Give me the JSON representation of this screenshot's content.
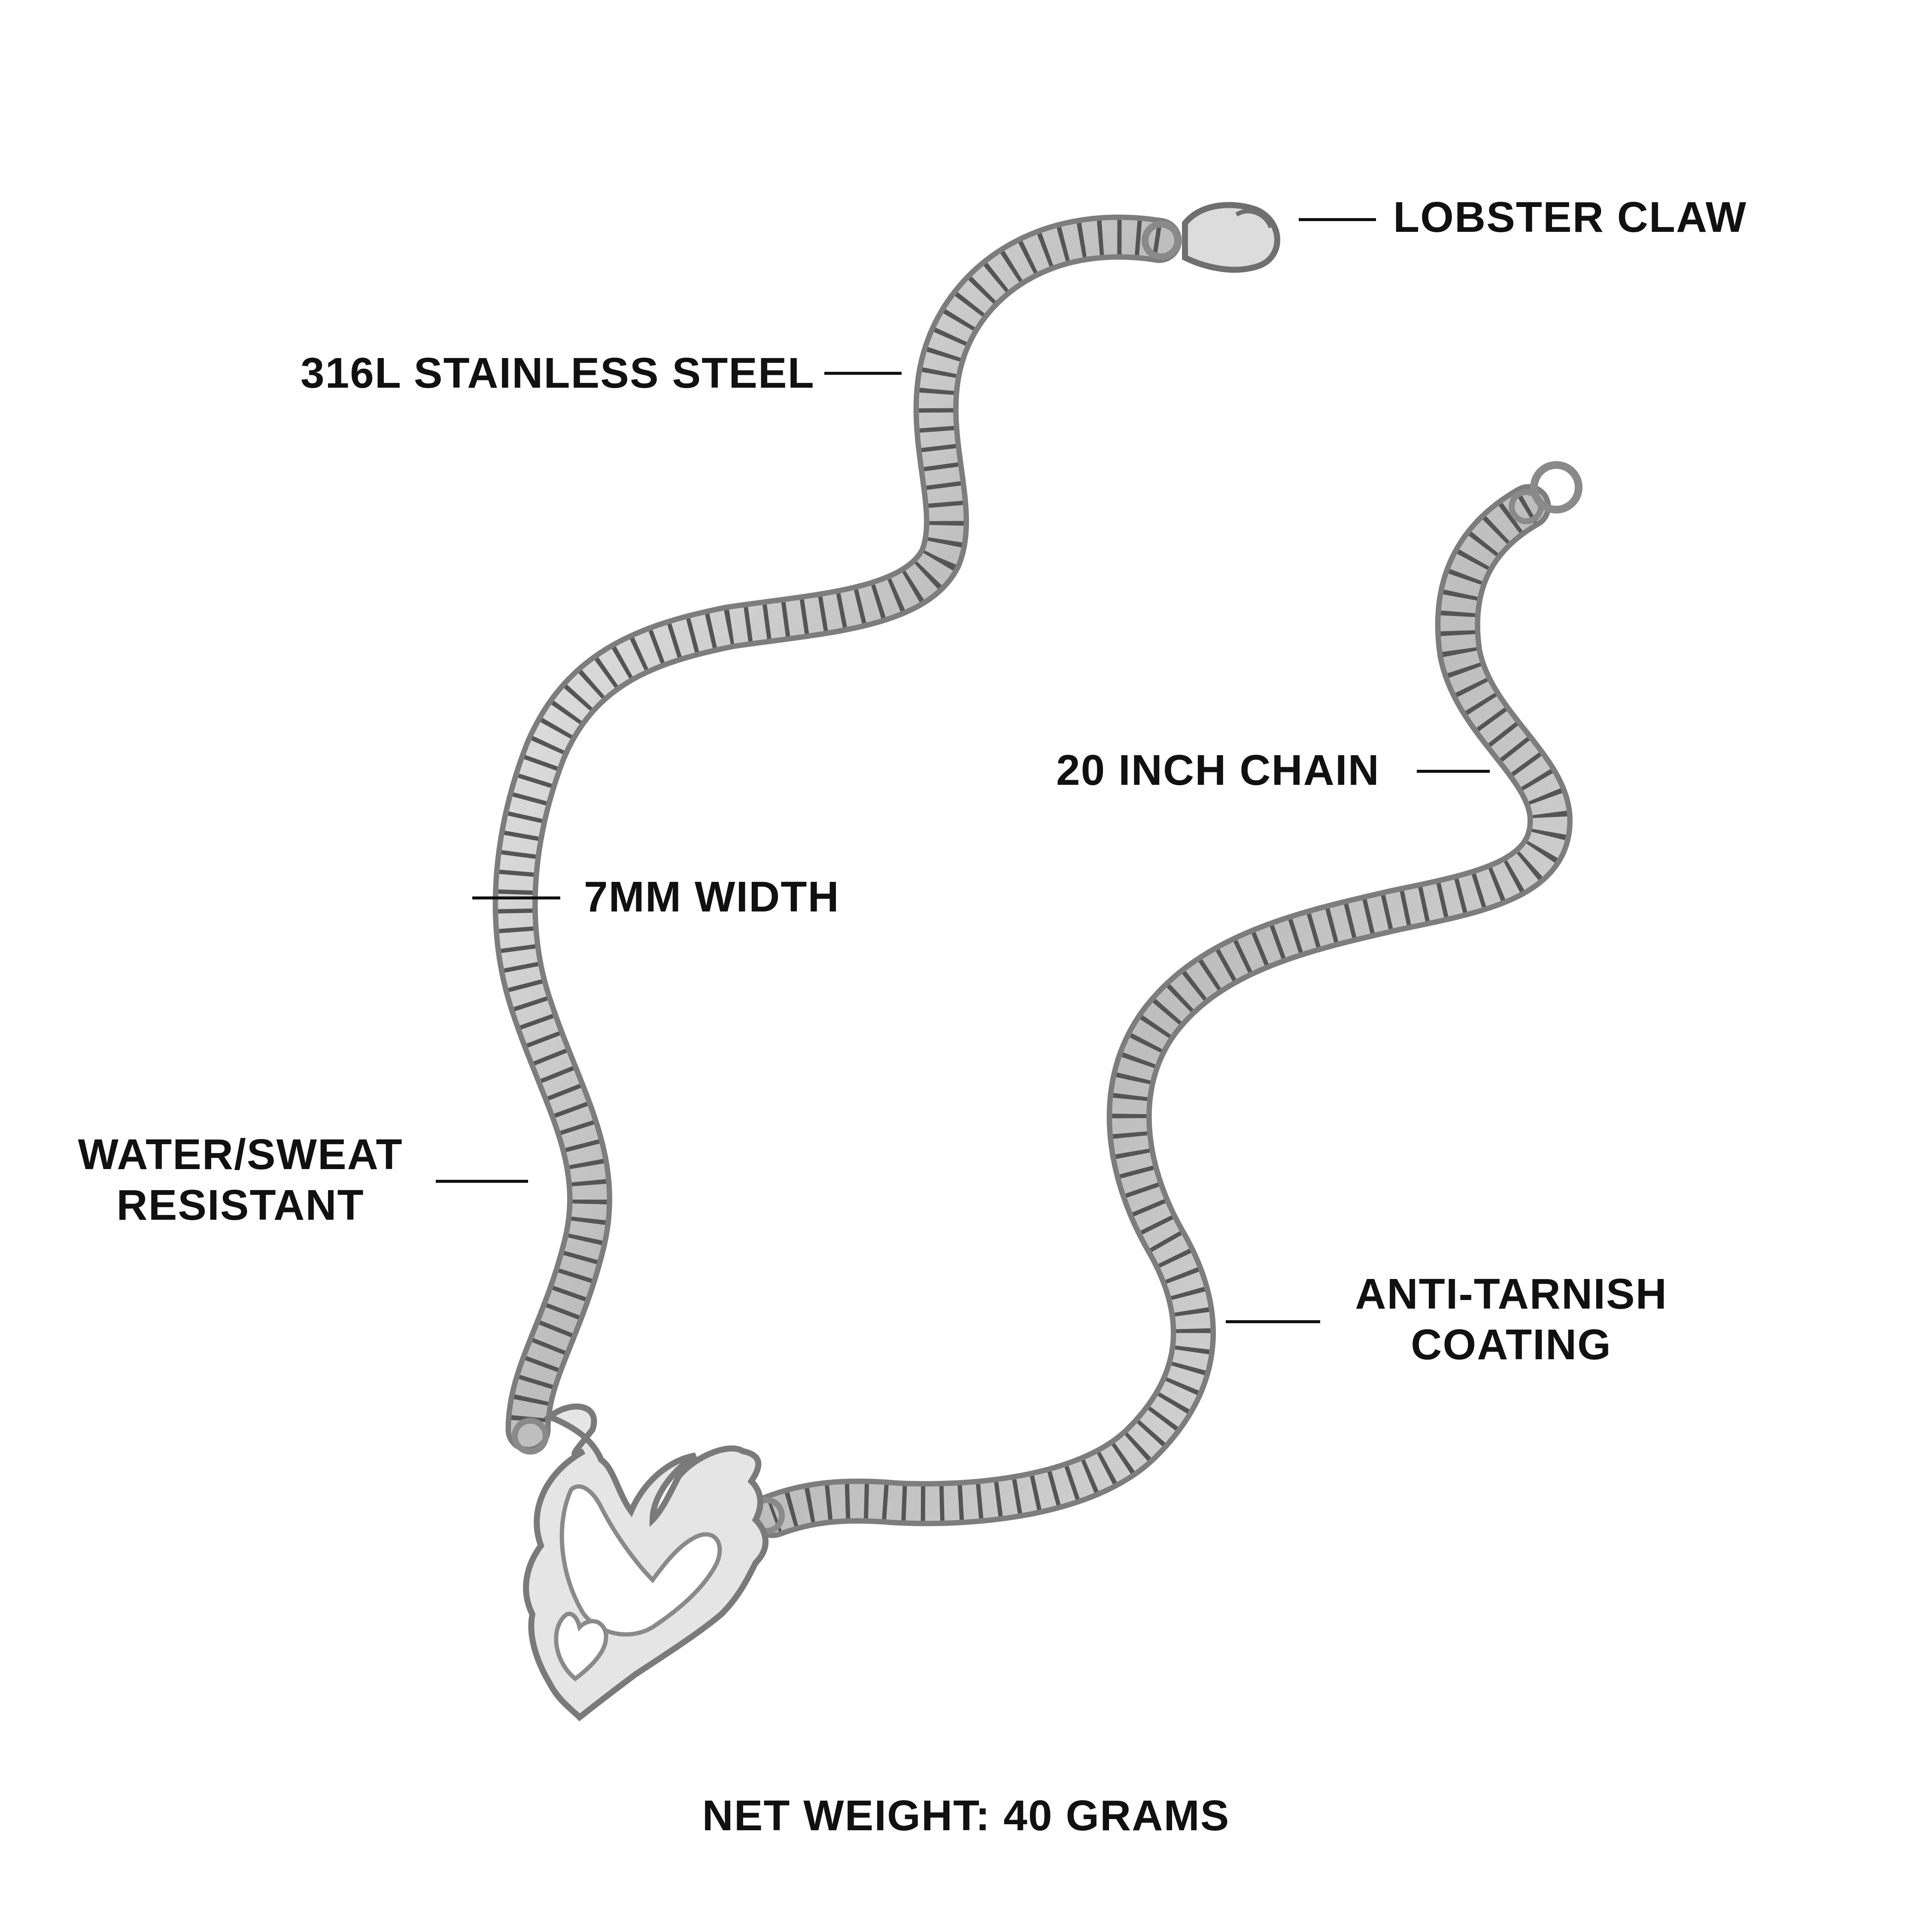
{
  "callouts": {
    "lobster_claw": "LOBSTER CLAW",
    "steel": "316L STAINLESS STEEL",
    "chain_length": "20 INCH CHAIN",
    "width": "7MM WIDTH",
    "water_line1": "WATER/SWEAT",
    "water_line2": "RESISTANT",
    "tarnish_line1": "ANTI-TARNISH",
    "tarnish_line2": "COATING"
  },
  "footer": {
    "net_weight": "NET WEIGHT: 40 GRAMS"
  },
  "colors": {
    "text": "#111111",
    "chain": "#9a9a9a",
    "background": "#ffffff"
  }
}
